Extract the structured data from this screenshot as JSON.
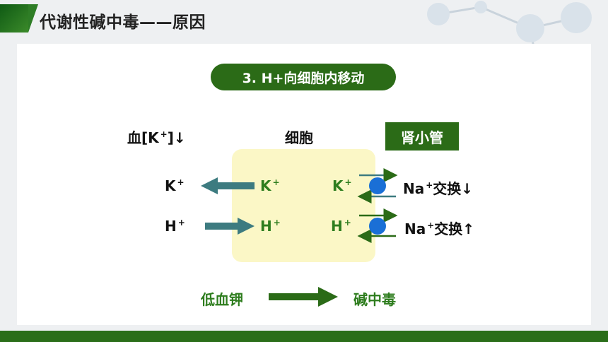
{
  "header": {
    "title": "代谢性碱中毒——原因"
  },
  "section_pill": {
    "label": "3. H+向细胞内移动"
  },
  "diagram": {
    "blood_label_prefix": "血[K",
    "blood_label_sup": "+",
    "blood_label_suffix": "]↓",
    "cell_label": "细胞",
    "tubule_label": "肾小管",
    "row_k": {
      "left_ion": "K",
      "left_sup": "+",
      "cell_ion": "K",
      "cell_sup": "+",
      "tubule_ion": "K",
      "tubule_sup": "+",
      "exchange_ion": "Na",
      "exchange_sup": "+",
      "exchange_text": "交换↓"
    },
    "row_h": {
      "left_ion": "H",
      "left_sup": "+",
      "cell_ion": "H",
      "cell_sup": "+",
      "tubule_ion": "H",
      "tubule_sup": "+",
      "exchange_ion": "Na",
      "exchange_sup": "+",
      "exchange_text": "交换↑"
    },
    "bottom_left": "低血钾",
    "bottom_right": "碱中毒"
  },
  "colors": {
    "brand_green": "#2b6b17",
    "label_green": "#2e7d1e",
    "arrow_teal": "#3d7b80",
    "cell_fill": "#fbf7c6",
    "carrier_blue": "#1a6fd6"
  },
  "icons": [
    "molecule-decoration-icon",
    "arrow-left-icon",
    "arrow-right-icon",
    "carrier-dot-icon"
  ]
}
